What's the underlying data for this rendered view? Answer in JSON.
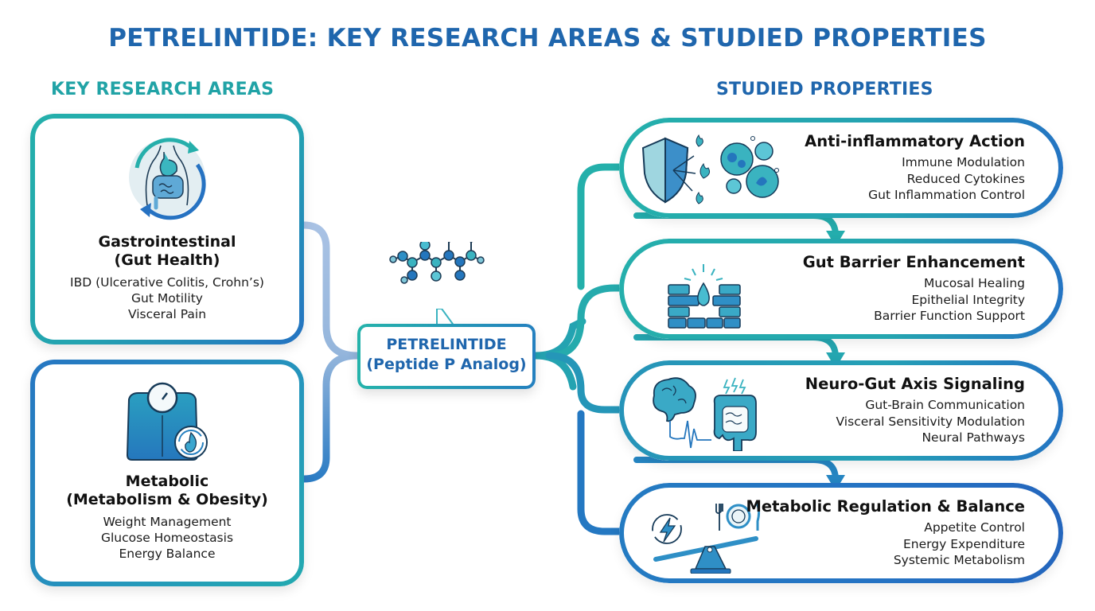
{
  "title": "PETRELINTIDE: KEY RESEARCH AREAS & STUDIED PROPERTIES",
  "sections": {
    "left_heading": "KEY RESEARCH AREAS",
    "right_heading": "STUDIED PROPERTIES"
  },
  "colors": {
    "primary_blue": "#1f66ad",
    "teal": "#21a3a6",
    "mid_blue": "#2474c3",
    "light_connector": "#9ab8dc"
  },
  "research_areas": [
    {
      "icon": "gut-health-icon",
      "title_line1": "Gastrointestinal",
      "title_line2": "(Gut Health)",
      "items": [
        "IBD (Ulcerative Colitis, Crohn’s)",
        "Gut Motility",
        "Visceral Pain"
      ]
    },
    {
      "icon": "weight-scale-metabolism-icon",
      "title_line1": "Metabolic",
      "title_line2": "(Metabolism & Obesity)",
      "items": [
        "Weight Management",
        "Glucose Homeostasis",
        "Energy Balance"
      ]
    }
  ],
  "center": {
    "icon": "molecule-icon",
    "title": "PETRELINTIDE",
    "subtitle": "(Peptide P Analog)"
  },
  "properties": [
    {
      "icon": "shield-immune-cells-icon",
      "title": "Anti-inflammatory Action",
      "items": [
        "Immune Modulation",
        "Reduced Cytokines",
        "Gut Inflammation Control"
      ]
    },
    {
      "icon": "brick-wall-droplet-icon",
      "title": "Gut Barrier Enhancement",
      "items": [
        "Mucosal Healing",
        "Epithelial Integrity",
        "Barrier Function Support"
      ]
    },
    {
      "icon": "brain-gut-signal-icon",
      "title": "Neuro-Gut Axis Signaling",
      "items": [
        "Gut-Brain Communication",
        "Visceral Sensitivity Modulation",
        "Neural Pathways"
      ]
    },
    {
      "icon": "balance-plate-energy-icon",
      "title": "Metabolic Regulation & Balance",
      "items": [
        "Appetite Control",
        "Energy Expenditure",
        "Systemic Metabolism"
      ]
    }
  ]
}
